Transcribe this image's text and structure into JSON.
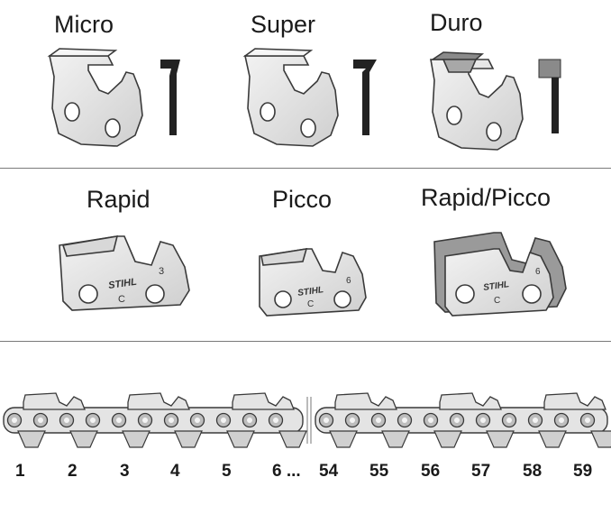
{
  "row1": {
    "micro": "Micro",
    "super": "Super",
    "duro": "Duro"
  },
  "row2": {
    "rapid": "Rapid",
    "picco": "Picco",
    "rapid_picco": "Rapid/Picco"
  },
  "stamps": {
    "brand": "STIHL",
    "letter": "C",
    "rapid_number": "3",
    "picco_number": "6",
    "rapid_picco_number": "6"
  },
  "sequence": [
    "1",
    "2",
    "3",
    "4",
    "5",
    "6 ...",
    "54",
    "55",
    "56",
    "57",
    "58",
    "59"
  ],
  "colors": {
    "outline": "#3a3a3a",
    "fill": "#e4e4e4",
    "carbide": "#9a9a9a"
  }
}
